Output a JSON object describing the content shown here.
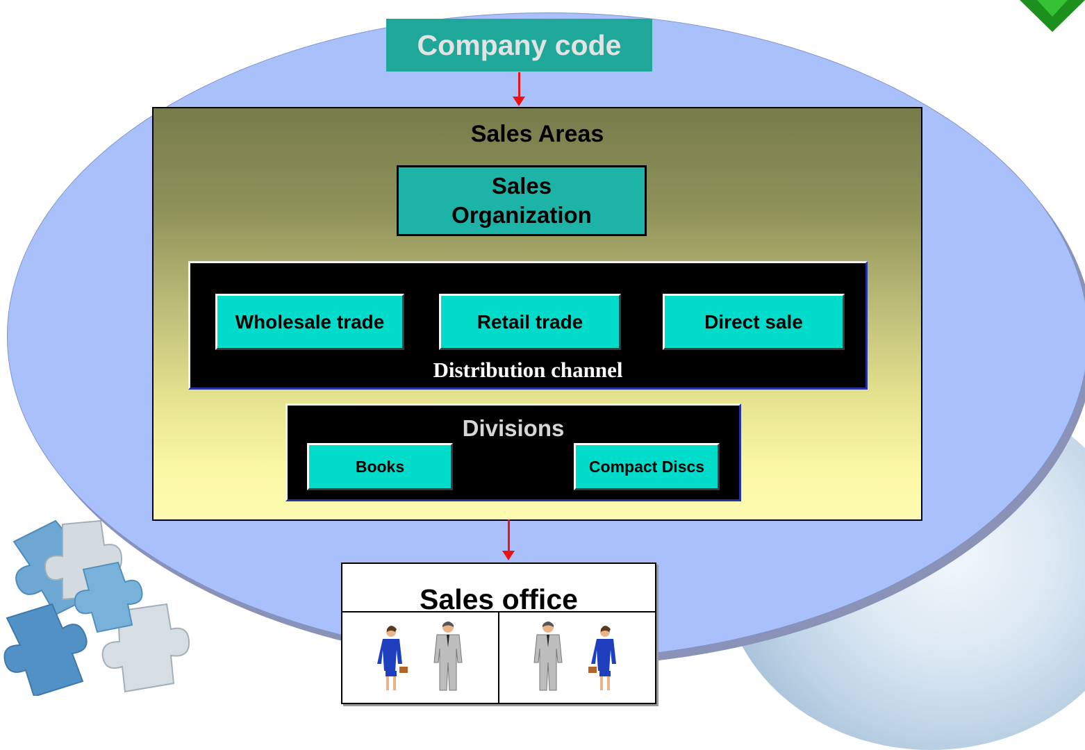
{
  "diagram": {
    "company_code": "Company code",
    "sales_areas_title": "Sales Areas",
    "sales_organization": "Sales\nOrganization",
    "distribution_channel": {
      "label": "Distribution channel",
      "channels": [
        "Wholesale trade",
        "Retail trade",
        "Direct sale"
      ]
    },
    "divisions": {
      "label": "Divisions",
      "items": [
        "Books",
        "Compact Discs"
      ]
    },
    "sales_office": "Sales office"
  },
  "colors": {
    "ellipse": "#a9c0fb",
    "company_code_box": "#1fa89a",
    "teal_button": "#00dcc9",
    "arrow": "#ee1111"
  }
}
